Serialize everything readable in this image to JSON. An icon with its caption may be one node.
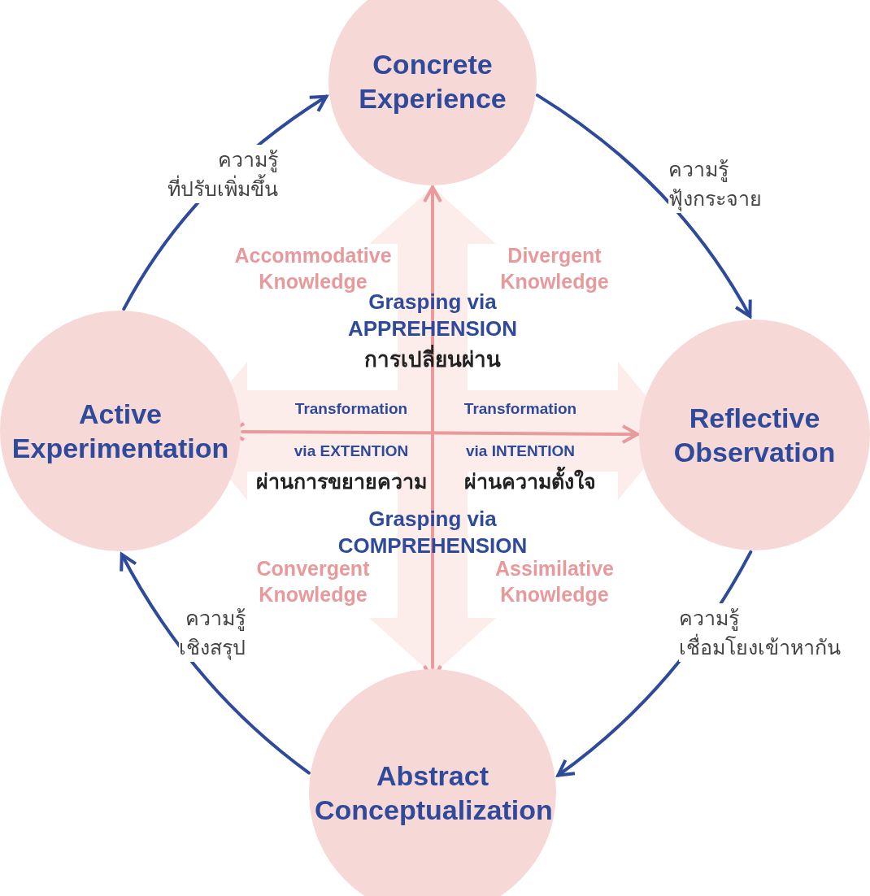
{
  "diagram": {
    "nodes": [
      {
        "text": [
          "Concrete Experience"
        ]
      },
      {
        "text": [
          "Reflective Observation"
        ]
      },
      {
        "text": [
          "Abstract Conceptualization"
        ]
      },
      {
        "text": [
          "Active Experimentation"
        ]
      }
    ],
    "edges": [
      {
        "from": 0,
        "to": 1,
        "arrow": "to",
        "label": "ความรู้ ฟุ้งกระจาย"
      },
      {
        "from": 1,
        "to": 2,
        "arrow": "to",
        "label": "ความรู้ เชื่อมโยงเข้าหากัน"
      },
      {
        "from": 2,
        "to": 3,
        "arrow": "to",
        "label": "ความรู้ เชิงสรุป"
      },
      {
        "from": 3,
        "to": 0,
        "arrow": "to",
        "label": "ความรู้ ที่ปรับเพิ่มขึ้น"
      },
      {
        "from": 2,
        "to": 0,
        "arrow": "both",
        "color": "#e89a9c"
      },
      {
        "from": 3,
        "to": 1,
        "arrow": "both",
        "color": "#e89a9c"
      }
    ],
    "labels": [
      "Accommodative Knowledge",
      "Divergent Knowledge",
      "Grasping via APPREHENSION",
      "การเปลี่ยนผ่าน",
      "Transformation",
      "Transformation",
      "via EXTENTION",
      "via INTENTION",
      "ผ่านการขยายความ",
      "ผ่านความตั้งใจ",
      "Grasping via COMPREHENSION",
      "Convergent Knowledge",
      "Assimilative Knowledge"
    ]
  }
}
